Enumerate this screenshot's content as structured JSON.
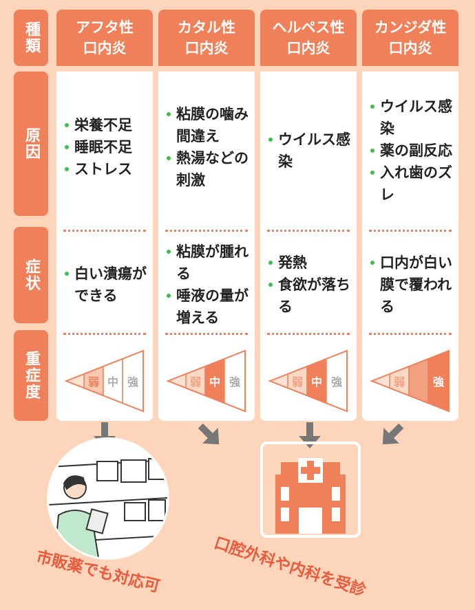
{
  "row_headers": {
    "type": "種類",
    "cause": "原因",
    "symptom": "症状",
    "severity": "重症度"
  },
  "columns": [
    {
      "title_1": "アフタ性",
      "title_2": "口内炎",
      "causes": [
        "栄養不足",
        "睡眠不足",
        "ストレス"
      ],
      "symptoms": [
        "白い潰瘍ができる"
      ],
      "severity_level": "弱"
    },
    {
      "title_1": "カタル性",
      "title_2": "口内炎",
      "causes": [
        "粘膜の噛み間違え",
        "熱湯などの刺激"
      ],
      "symptoms": [
        "粘膜が腫れる",
        "唾液の量が増える"
      ],
      "severity_level": "中"
    },
    {
      "title_1": "ヘルペス性",
      "title_2": "口内炎",
      "causes": [
        "ウイルス感染"
      ],
      "symptoms": [
        "発熱",
        "食欲が落ちる"
      ],
      "severity_level": "中"
    },
    {
      "title_1": "カンジダ性",
      "title_2": "口内炎",
      "causes": [
        "ウイルス感染",
        "薬の副反応",
        "入れ歯のズレ"
      ],
      "symptoms": [
        "口内が白い膜で覆われる"
      ],
      "severity_level": "強"
    }
  ],
  "severity_labels": {
    "weak": "弱",
    "mid": "中",
    "strong": "強"
  },
  "outcomes": {
    "otc": "市販薬でも対応可",
    "clinic": "口腔外科や内科を受診"
  },
  "colors": {
    "accent": "#f0805a",
    "background": "#fcd5bb",
    "bullet": "#3ec04a",
    "arrow": "#777777"
  },
  "icons": {
    "down_arrow": "arrow-down-icon",
    "diag_arrow": "arrow-down-right-icon",
    "hospital": "hospital-icon"
  }
}
